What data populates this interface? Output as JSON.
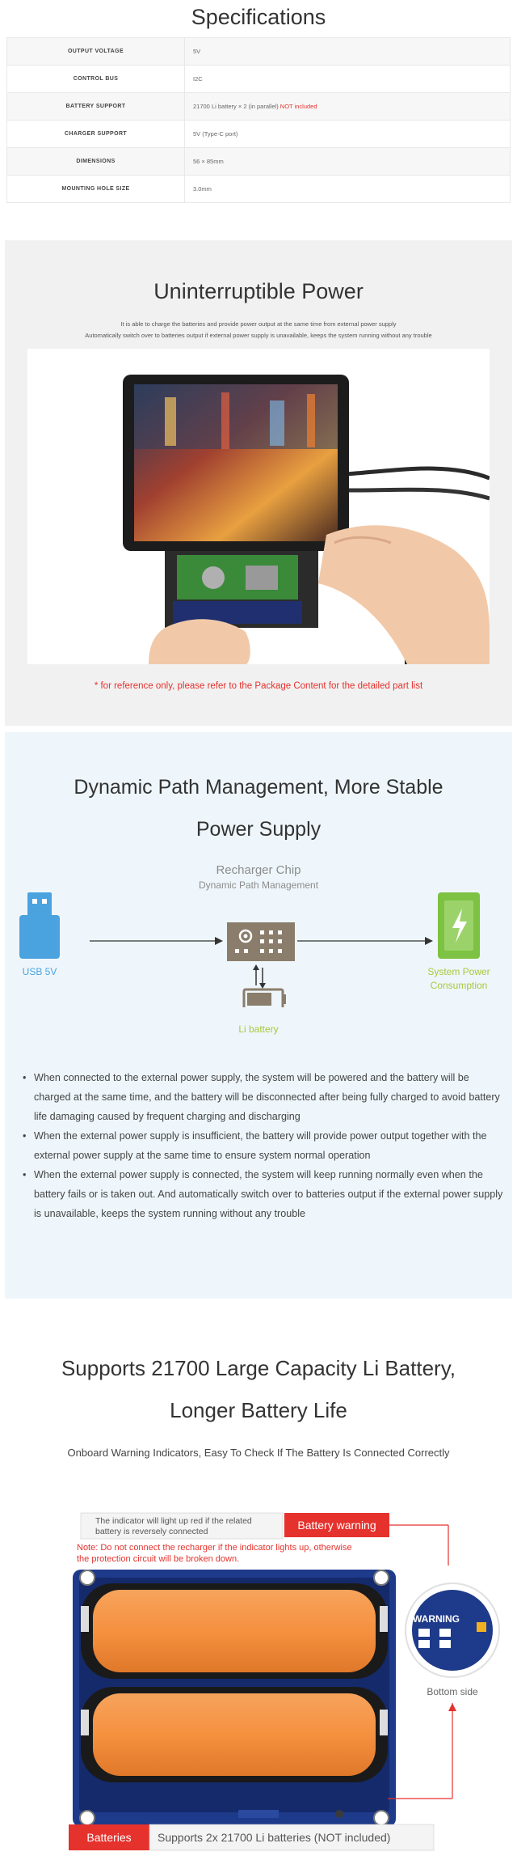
{
  "specifications": {
    "title": "Specifications",
    "rows": [
      {
        "key": "OUTPUT VOLTAGE",
        "value": "5V"
      },
      {
        "key": "CONTROL BUS",
        "value": "I2C"
      },
      {
        "key": "BATTERY SUPPORT",
        "value": "21700 Li battery × 2 (in parallel)",
        "value_red": "NOT included"
      },
      {
        "key": "CHARGER SUPPORT",
        "value": "5V (Type-C port)"
      },
      {
        "key": "DIMENSIONS",
        "value": "56 × 85mm"
      },
      {
        "key": "MOUNTING HOLE SIZE",
        "value": "3.0mm"
      }
    ]
  },
  "ups": {
    "title": "Uninterruptible Power",
    "line1": "It is able to charge the batteries and provide power output at the same time from external power supply",
    "line2": "Automatically switch over to batteries output if external power supply is unavailable, keeps the system running without any trouble",
    "note": "* for reference only, please refer to the Package Content for the detailed part list"
  },
  "dpm": {
    "title_line1": "Dynamic Path Management, More Stable",
    "title_line2": "Power Supply",
    "chip_title": "Recharger Chip",
    "chip_subtitle": "Dynamic Path Management",
    "usb_label": "USB 5V",
    "battery_label": "Li battery",
    "system_label_1": "System Power",
    "system_label_2": "Consumption",
    "bullets": [
      "When connected to the external power supply, the system will be powered and the battery will be charged at the same time, and the battery will be disconnected after being fully charged to avoid battery life damaging caused by frequent charging and discharging",
      "When the external power supply is insufficient, the battery will provide power output together with the external power supply at the same time to ensure system normal operation",
      "When the external power supply is connected, the system will keep running normally even when the battery fails or is taken out. And automatically switch over to batteries output if the external power supply is unavailable, keeps the system running without any trouble"
    ]
  },
  "battery": {
    "title_line1": "Supports 21700 Large Capacity Li Battery,",
    "title_line2": "Longer Battery Life",
    "subtitle": "Onboard Warning Indicators, Easy To Check If The Battery Is Connected Correctly",
    "indicator_line1": "The indicator will light up red if the related",
    "indicator_line2": "battery is reversely connected",
    "warning_tag": "Battery warning",
    "note_line1": "Note: Do not connect the recharger if the indicator lights up, otherwise",
    "note_line2": "the protection circuit will be broken down.",
    "warning_badge": "WARNING",
    "bottom_side": "Bottom side",
    "batteries_tag": "Batteries",
    "batteries_text": "Supports 2x 21700 Li batteries (NOT included)"
  },
  "colors": {
    "red": "#e5322d",
    "green": "#7dc242",
    "blue": "#4aa3df",
    "chip_brown": "#8b7d6b",
    "battery_orange": "#f5913f",
    "board_blue": "#1e3a8a"
  }
}
